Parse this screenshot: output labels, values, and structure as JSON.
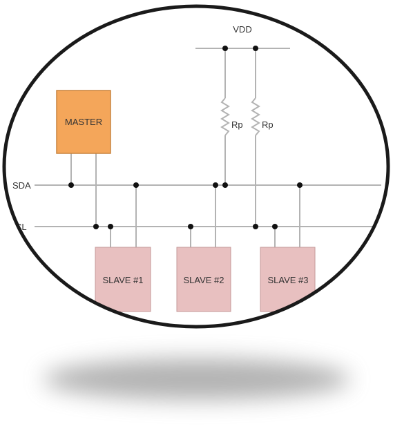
{
  "diagram": {
    "rail_label": "VDD",
    "resistors": [
      {
        "label": "Rp"
      },
      {
        "label": "Rp"
      }
    ],
    "lines": {
      "sda_label": "SDA",
      "scl_label": "CL"
    },
    "master": {
      "label": "MASTER"
    },
    "slaves": [
      {
        "label": "SLAVE #1"
      },
      {
        "label": "SLAVE #2"
      },
      {
        "label": "SLAVE #3"
      }
    ],
    "colors": {
      "master_fill": "#f4a65a",
      "master_stroke": "#c9843e",
      "slave_fill": "#e8c0c0",
      "slave_stroke": "#c49a9a",
      "wire": "#b3b3b3",
      "node": "#111111",
      "frame": "#1a1a1a",
      "shadow": "#8a8a8a"
    }
  }
}
